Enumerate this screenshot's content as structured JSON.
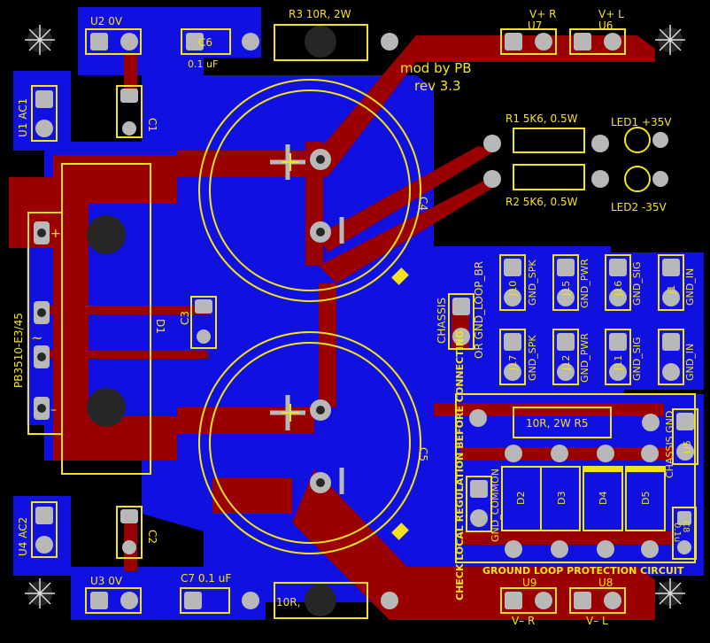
{
  "board": {
    "title_line1": "mod by PB",
    "title_line2": "rev 3.3",
    "colors": {
      "background": "#000000",
      "copper_bottom": "#1010e0",
      "copper_top": "#9a0000",
      "silkscreen": "#f5e31a",
      "pad": "#b8b8b8",
      "mounting_hole": "#262626"
    },
    "labels": {
      "u2": "U2  0V",
      "r3": "R3  10R, 2W",
      "c6": "C6",
      "c6_val": "0.1 uF",
      "vplus_r": "V+ R",
      "vplus_l": "V+ L",
      "u7": "U7",
      "u6": "U6",
      "u1_ac1": "U1  AC1",
      "c1": "C1",
      "r1": "R1  5K6, 0.5W",
      "r2": "R2  5K6, 0.5W",
      "led1": "LED1  +35V",
      "led2": "LED2  -35V",
      "c4": "C4",
      "c5": "C5",
      "bridge": "PB3510-E3/45",
      "d1": "D1",
      "c3": "C3",
      "chassis": "CHASSIS",
      "gnd_loop_br": "OR GND_LOOP_BR",
      "j10": "J10",
      "gnd_spk": "GND_SPK",
      "j15": "J15",
      "gnd_pwr": "GND_PWR",
      "j16": "J16",
      "gnd_sig": "GND_SIG",
      "j1": "J1",
      "gnd_in": "GND_IN",
      "j17": "J17",
      "j12": "J12",
      "j11": "J11",
      "check_reg": "CHECK LOCAL REGULATION BEFORE CONNECTING",
      "r5": "10R, 2W    R5",
      "chassis_gnd": "CHASSIS  GND",
      "u5": "U5",
      "gnd_common": "GND_COMMON",
      "d2": "D2",
      "d3": "D3",
      "d4": "D4",
      "d5": "D5",
      "c8": "C8",
      "c8_val": "0.1u",
      "glp": "GROUND LOOP PROTECTION CIRCUIT",
      "u4_ac2": "U4  AC2",
      "c2": "C2",
      "u3": "U3   0V",
      "c7": "C7   0.1 uF",
      "r4": "10R,",
      "vminus_r": "V–  R",
      "vminus_l": "V–  L",
      "u9": "U9",
      "u8": "U8",
      "plus": "+",
      "minus": "–",
      "tilde": "~"
    }
  }
}
